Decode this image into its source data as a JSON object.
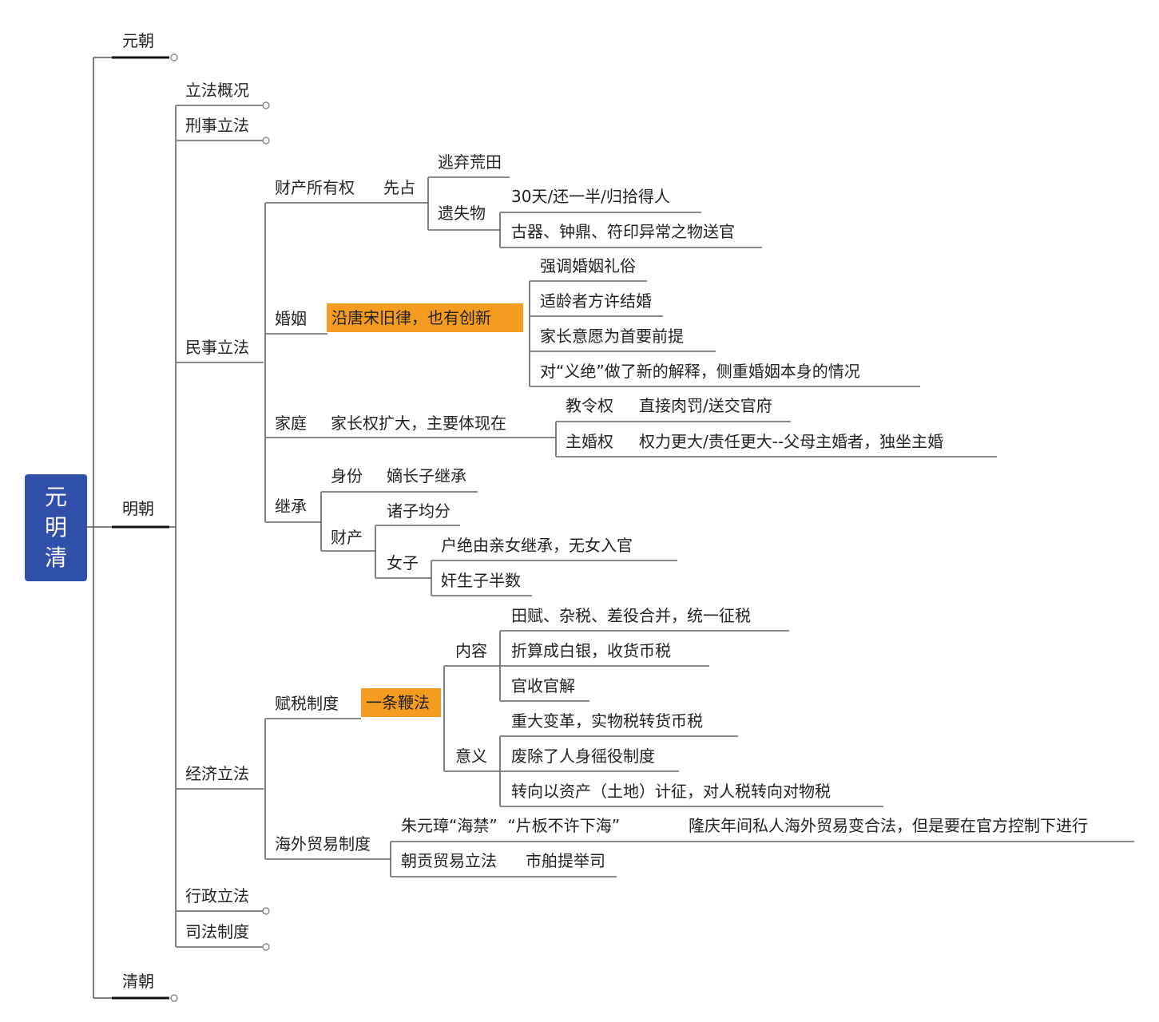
{
  "root": "元明清",
  "dynasties": {
    "yuan": "元朝",
    "ming": "明朝",
    "qing": "清朝"
  },
  "ming": {
    "legislation_overview": "立法概况",
    "criminal": "刑事立法",
    "civil": {
      "label": "民事立法",
      "property": {
        "label": "财产所有权",
        "first_occupy": "先占",
        "abandoned_land": "逃弃荒田",
        "lost_items": "遗失物",
        "lost_rule": "30天/还一半/归拾得人",
        "antiques": "古器、钟鼎、符印异常之物送官"
      },
      "marriage": {
        "label": "婚姻",
        "highlight": "沿唐宋旧律，也有创新",
        "items": [
          "强调婚姻礼俗",
          "适龄者方许结婚",
          "家长意愿为首要前提",
          "对“义绝”做了新的解释，侧重婚姻本身的情况"
        ]
      },
      "family": {
        "label": "家庭",
        "summary": "家长权扩大，主要体现在",
        "teach_right": "教令权",
        "teach_detail": "直接肉罚/送交官府",
        "marriage_right": "主婚权",
        "marriage_detail": "权力更大/责任更大--父母主婚者，独坐主婚"
      },
      "inheritance": {
        "label": "继承",
        "status": "身份",
        "status_rule": "嫡长子继承",
        "property": "财产",
        "equal": "诸子均分",
        "daughters": "女子",
        "daughter_rule": "户绝由亲女继承，无女入官",
        "illegit": "奸生子半数"
      }
    },
    "economic": {
      "label": "经济立法",
      "tax": {
        "label": "赋税制度",
        "highlight": "一条鞭法",
        "content": "内容",
        "content_items": [
          "田赋、杂税、差役合并，统一征税",
          "折算成白银，收货币税",
          "官收官解"
        ],
        "meaning": "意义",
        "meaning_items": [
          "重大变革，实物税转货币税",
          "废除了人身徭役制度",
          "转向以资产（土地）计征，对人税转向对物税"
        ]
      },
      "overseas": {
        "label": "海外贸易制度",
        "ban": "朱元璋“海禁”  “片板不许下海”",
        "longqing": "隆庆年间私人海外贸易变合法，但是要在官方控制下进行",
        "tribute": "朝贡贸易立法",
        "shibo": "市舶提举司"
      }
    },
    "admin": "行政立法",
    "judicial": "司法制度"
  }
}
